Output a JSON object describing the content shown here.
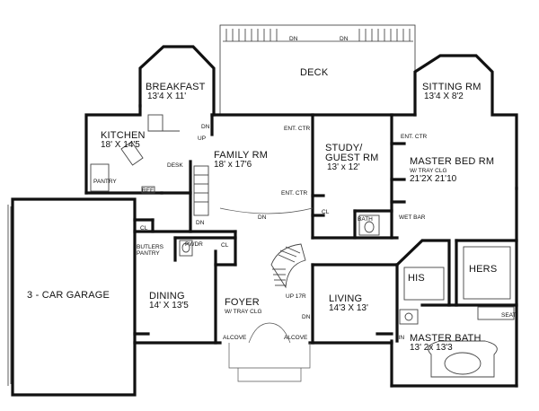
{
  "rooms": {
    "deck": "DECK",
    "breakfast": "BREAKFAST",
    "breakfast_dim": "13'4 X 11'",
    "sitting": "SITTING RM",
    "sitting_dim": "13'4 X 8'2",
    "kitchen": "KITCHEN",
    "kitchen_dim": "18' X 14'5",
    "family": "FAMILY RM",
    "family_dim": "18' x 17'6",
    "study": "STUDY/",
    "study2": "GUEST RM",
    "study_dim": "13' x 12'",
    "master_bed": "MASTER BED RM",
    "master_bed_sub": "W/ TRAY CLG",
    "master_bed_dim": "21'2X 21'10",
    "garage": "3 - CAR GARAGE",
    "butlers": "BUTLERS",
    "pantry": "PANTRY",
    "dining": "DINING",
    "dining_dim": "14' X 13'5",
    "foyer": "FOYER",
    "foyer_sub": "W/ TRAY CLG",
    "living": "LIVING",
    "living_dim": "14'3 X 13'",
    "his": "HIS",
    "hers": "HERS",
    "master_bath": "MASTER BATH",
    "master_bath_dim": "13' 2x 13'3",
    "bath": "BATH",
    "pwdr": "PWDR"
  },
  "labels": {
    "dn_deck_1": "DN",
    "dn_deck_2": "DN",
    "dn_kitchen": "DN",
    "up_kitchen": "UP",
    "desk": "DESK",
    "pantry_small": "PANTRY",
    "ref": "REF",
    "dn_stair": "DN",
    "dn_family": "DN",
    "ent_ctr_1": "ENT. CTR",
    "ent_ctr_2": "ENT. CTR",
    "ent_ctr_3": "ENT. CTR",
    "cl_1": "CL",
    "cl_2": "CL",
    "cl_3": "CL",
    "wet_bar": "WET BAR",
    "up_17r": "UP 17R",
    "dn_foyer": "DN",
    "alcove_1": "ALCOVE",
    "alcove_2": "ALCOVE",
    "lin": "LIN",
    "seat": "SEAT"
  }
}
